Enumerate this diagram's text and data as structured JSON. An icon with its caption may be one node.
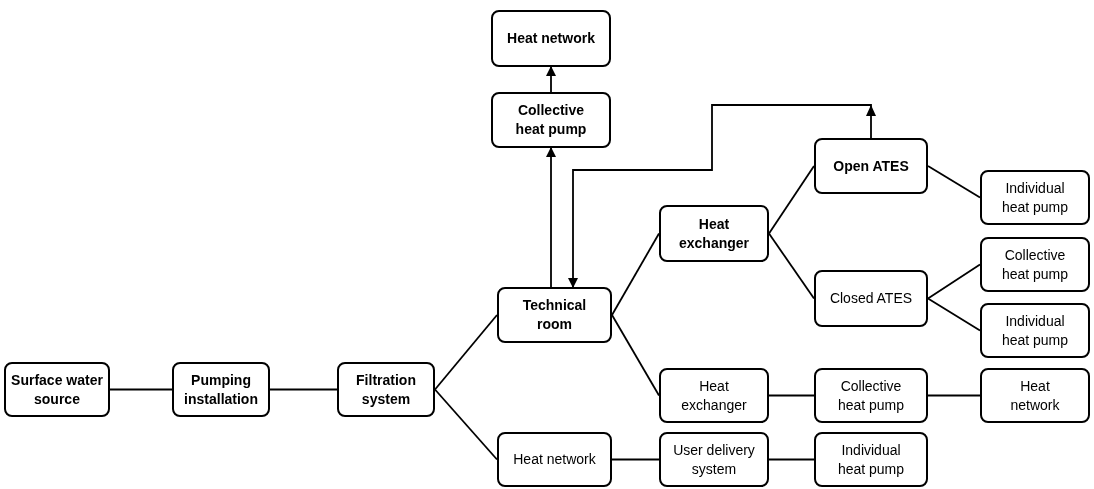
{
  "diagram": {
    "nodes": [
      {
        "text": [
          "Surface water source"
        ]
      },
      {
        "text": [
          "Pumping installation"
        ]
      },
      {
        "text": [
          "Filtration system"
        ]
      },
      {
        "text": [
          "Heat network"
        ]
      },
      {
        "text": [
          "Collective heat pump"
        ]
      },
      {
        "text": [
          "Technical room"
        ]
      },
      {
        "text": [
          "Heat exchanger"
        ]
      },
      {
        "text": [
          "Open ATES"
        ]
      },
      {
        "text": [
          "Individual heat pump"
        ]
      },
      {
        "text": [
          "Closed ATES"
        ]
      },
      {
        "text": [
          "Collective heat pump"
        ]
      },
      {
        "text": [
          "Individual heat pump"
        ]
      },
      {
        "text": [
          "Heat exchanger"
        ]
      },
      {
        "text": [
          "Collective heat pump"
        ]
      },
      {
        "text": [
          "Heat network"
        ]
      },
      {
        "text": [
          "Heat network"
        ]
      },
      {
        "text": [
          "User delivery system"
        ]
      },
      {
        "text": [
          "Individual heat pump"
        ]
      }
    ],
    "edges": [
      {
        "from": 0,
        "to": 1,
        "arrow": "none"
      },
      {
        "from": 1,
        "to": 2,
        "arrow": "none"
      },
      {
        "from": 2,
        "to": 5,
        "arrow": "none"
      },
      {
        "from": 2,
        "to": 15,
        "arrow": "none"
      },
      {
        "from": 5,
        "to": 4,
        "arrow": "to"
      },
      {
        "from": 4,
        "to": 3,
        "arrow": "to"
      },
      {
        "from": 7,
        "to": 5,
        "arrow": "to"
      },
      {
        "from": 5,
        "to": 6,
        "arrow": "none"
      },
      {
        "from": 5,
        "to": 12,
        "arrow": "none"
      },
      {
        "from": 6,
        "to": 7,
        "arrow": "none"
      },
      {
        "from": 6,
        "to": 9,
        "arrow": "none"
      },
      {
        "from": 7,
        "to": 8,
        "arrow": "none"
      },
      {
        "from": 9,
        "to": 10,
        "arrow": "none"
      },
      {
        "from": 9,
        "to": 11,
        "arrow": "none"
      },
      {
        "from": 12,
        "to": 13,
        "arrow": "none"
      },
      {
        "from": 13,
        "to": 14,
        "arrow": "none"
      },
      {
        "from": 15,
        "to": 16,
        "arrow": "none"
      },
      {
        "from": 16,
        "to": 17,
        "arrow": "none"
      }
    ]
  }
}
